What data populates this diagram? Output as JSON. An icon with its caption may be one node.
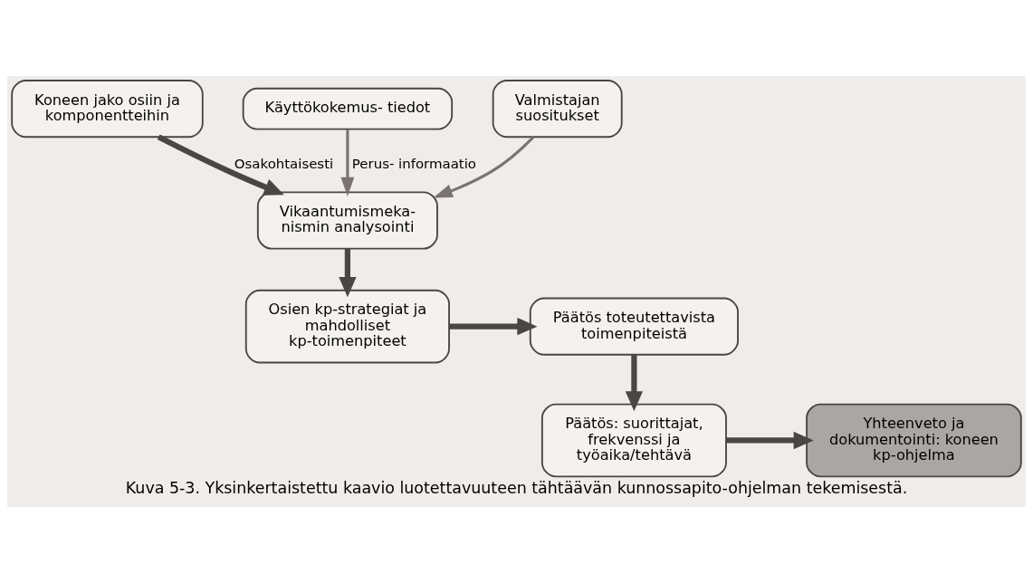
{
  "diagram": {
    "caption": "Kuva 5-3. Yksinkertaistettu kaavio luotettavuuteen tähtäävän kunnossapito-ohjelman tekemisestä.",
    "nodes": [
      {
        "text": [
          "Koneen jako osiin ja komponentteihin"
        ]
      },
      {
        "text": [
          "Käyttökokemus- tiedot"
        ]
      },
      {
        "text": [
          "Valmistajan suositukset"
        ]
      },
      {
        "text": [
          "Vikaantumismeka- nismin analysointi"
        ]
      },
      {
        "text": [
          "Osien kp-strategiat ja mahdolliset kp-toimenpiteet"
        ]
      },
      {
        "text": [
          "Päätös toteutettavista toimenpiteistä"
        ]
      },
      {
        "text": [
          "Päätös: suorittajat, frekvenssi ja työaika/tehtävä"
        ]
      },
      {
        "text": [
          "Yhteenveto ja dokumentointi: koneen kp-ohjelma"
        ]
      }
    ],
    "edges": [
      {
        "from": 0,
        "to": 3,
        "arrow": "to",
        "label": "Osakohtaisesti"
      },
      {
        "from": 1,
        "to": 3,
        "arrow": "to",
        "label": "Perus- informaatio",
        "color": "#7a7370"
      },
      {
        "from": 2,
        "to": 3,
        "arrow": "to",
        "color": "#7a7370"
      },
      {
        "from": 3,
        "to": 4,
        "arrow": "to"
      },
      {
        "from": 4,
        "to": 5,
        "arrow": "to"
      },
      {
        "from": 5,
        "to": 6,
        "arrow": "to"
      },
      {
        "from": 6,
        "to": 7,
        "arrow": "to"
      }
    ]
  }
}
